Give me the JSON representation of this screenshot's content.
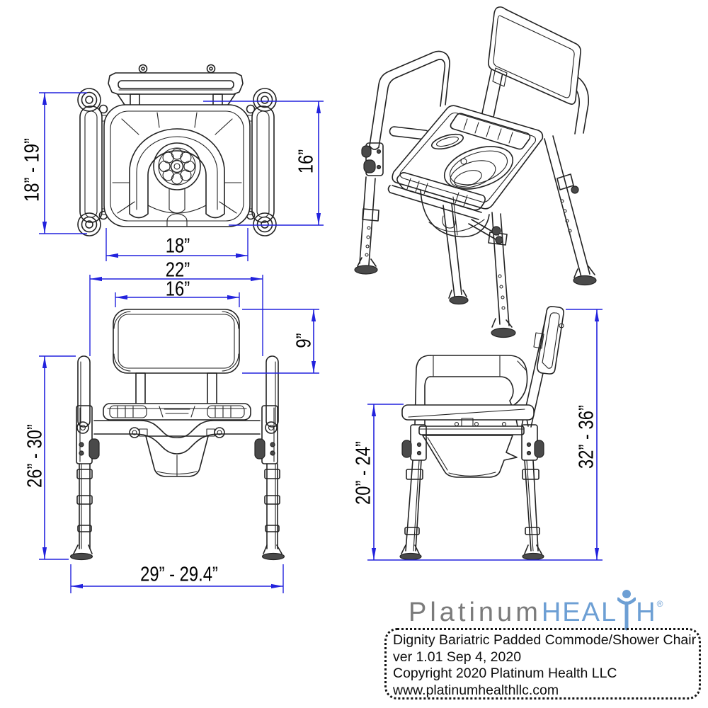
{
  "colors": {
    "dimension_blue": "#2222dd",
    "ink_black": "#222222",
    "dark_fill": "#4a4a4a",
    "logo_gray": "#7b7b7b",
    "logo_blue": "#6d9fd4"
  },
  "dimensions": {
    "top_view": {
      "overall_depth": "18” - 19”",
      "inner_depth": "16”",
      "seat_width": "18”"
    },
    "front_view": {
      "frame_width": "22”",
      "backrest_width": "16”",
      "backrest_height": "9”",
      "armrest_height": "26” - 30”",
      "base_width": "29” - 29.4”"
    },
    "side_view": {
      "seat_height": "20” - 24”",
      "overall_height": "32” - 36”"
    }
  },
  "logo": {
    "part1": "Platinum",
    "part2": "HEAL",
    "part3": "H",
    "registered": "®"
  },
  "info_box": {
    "lines": [
      "Dignity Bariatric Padded Commode/Shower Chair",
      "ver 1.01 Sep 4, 2020",
      "Copyright 2020 Platinum Health LLC",
      "www.platinumhealthllc.com"
    ]
  }
}
